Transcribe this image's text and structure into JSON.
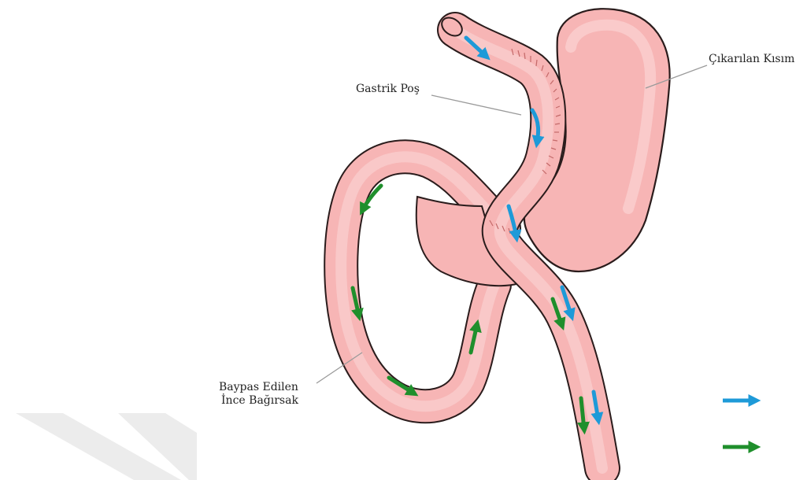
{
  "labels": {
    "gastric_pouch": "Gastrik Poş",
    "removed_part": "Çıkarılan Kısım",
    "bypassed_intestine_line1": "Baypas Edilen",
    "bypassed_intestine_line2": "İnce Bağırsak"
  },
  "colors": {
    "tissue_fill": "#f7b5b5",
    "tissue_highlight": "#fbd3d3",
    "tissue_outline": "#2a1c1c",
    "staple_line": "#c46a6a",
    "food_flow_arrow": "#1e9ad8",
    "digestive_flow_arrow": "#1f8f2c",
    "watermark": "#ececec",
    "leader_line": "#9a9a9a"
  },
  "legend": {
    "items": [
      {
        "arrow": "blue-arrow-icon",
        "label": ""
      },
      {
        "arrow": "green-arrow-icon",
        "label": ""
      }
    ]
  }
}
